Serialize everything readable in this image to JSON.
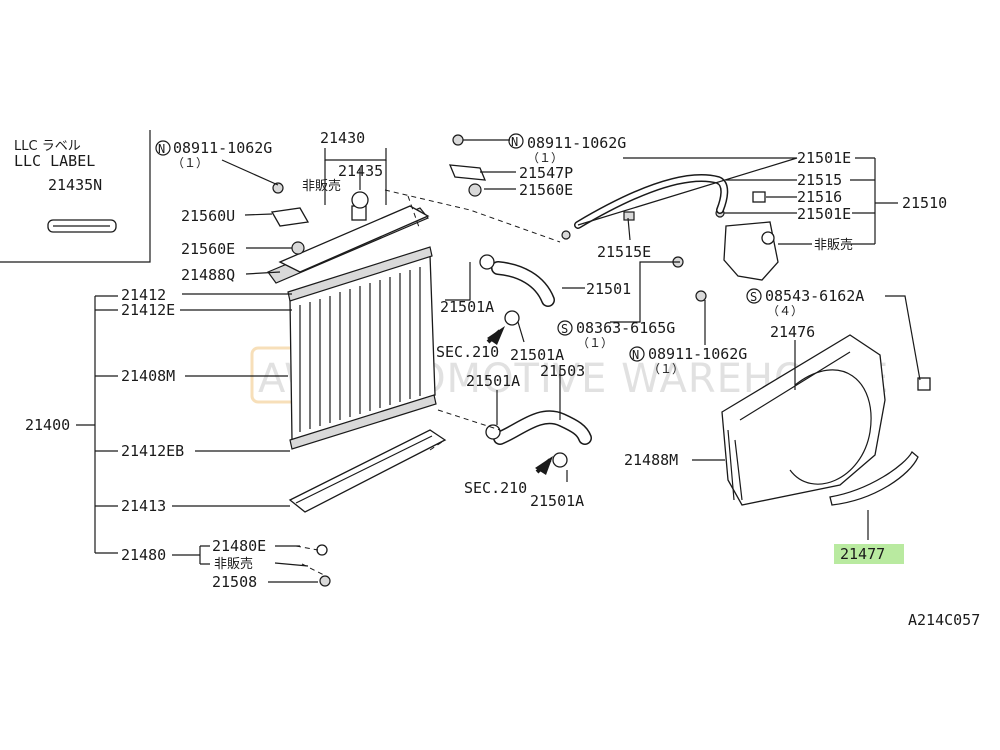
{
  "diagram_code": "A214C057",
  "watermark": "AUTOMOTIVE WAREHOUSE",
  "watermark_logo": "AW",
  "llc_box": {
    "title_jp": "LLC ラベル",
    "title_en": "LLC LABEL",
    "part": "21435N"
  },
  "highlight_color": "#b9eaa0",
  "labels": {
    "n08911_top_left": "08911-1062G",
    "qty_top_left": "（１）",
    "p21430": "21430",
    "p21435": "21435",
    "hihanbai_1": "非販売",
    "n08911_top_mid": "08911-1062G",
    "qty_top_mid": "（１）",
    "p21547p": "21547P",
    "p21560e_top": "21560E",
    "p21560u": "21560U",
    "p21560e_left": "21560E",
    "p21488q": "21488Q",
    "p21412": "21412",
    "p21412e": "21412E",
    "p21408m": "21408M",
    "p21400": "21400",
    "p21412eb": "21412EB",
    "p21413": "21413",
    "p21480": "21480",
    "p21480e": "21480E",
    "hihanbai_2": "非販売",
    "p21508": "21508",
    "p21501e_top": "21501E",
    "p21515": "21515",
    "p21516": "21516",
    "p21501e_mid": "21501E",
    "p21510": "21510",
    "hihanbai_3": "非販売",
    "p21515e": "21515E",
    "p21501": "21501",
    "p21501a_1": "21501A",
    "s08363": "08363-6165G",
    "qty_s08363": "（１）",
    "sec210_1": "SEC.210",
    "p21501a_2": "21501A",
    "p21503": "21503",
    "p21501a_3": "21501A",
    "n08911_bottom": "08911-1062G",
    "qty_n08911_bottom": "（１）",
    "s08543": "08543-6162A",
    "qty_s08543": "（４）",
    "p21476": "21476",
    "p21488m": "21488M",
    "sec210_2": "SEC.210",
    "p21501a_4": "21501A",
    "p21477": "21477",
    "mark_n": "N",
    "mark_s": "S"
  }
}
